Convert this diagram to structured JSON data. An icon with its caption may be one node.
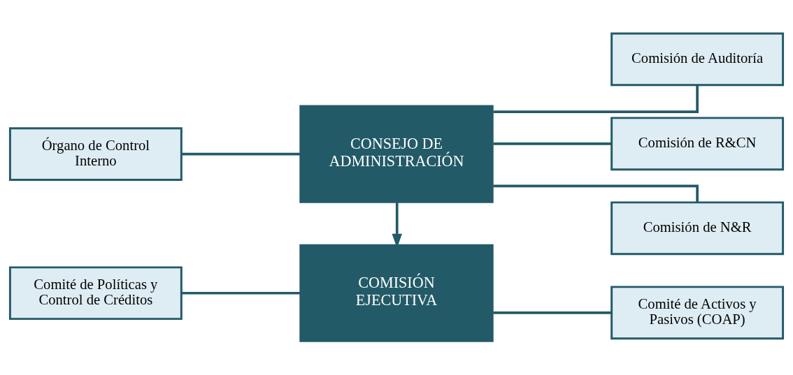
{
  "diagram": {
    "nodes": [
      {
        "text": [
          "CONSEJO DE ADMINISTRACIÓN"
        ]
      },
      {
        "text": [
          "Órgano de Control Interno"
        ]
      },
      {
        "text": [
          "Comisión de Auditoría"
        ]
      },
      {
        "text": [
          "Comisión de R&CN"
        ]
      },
      {
        "text": [
          "Comisión de N&R"
        ]
      },
      {
        "text": [
          "COMISIÓN EJECUTIVA"
        ]
      },
      {
        "text": [
          "Comité de Políticas y Control de Créditos"
        ]
      },
      {
        "text": [
          "Comité de Activos y Pasivos (COAP)"
        ]
      }
    ],
    "edges": [
      {
        "from": 0,
        "to": 1,
        "arrow": "none"
      },
      {
        "from": 0,
        "to": 2,
        "arrow": "none"
      },
      {
        "from": 0,
        "to": 3,
        "arrow": "none"
      },
      {
        "from": 0,
        "to": 4,
        "arrow": "none"
      },
      {
        "from": 0,
        "to": 5,
        "arrow": "to"
      },
      {
        "from": 5,
        "to": 6,
        "arrow": "none"
      },
      {
        "from": 5,
        "to": 7,
        "arrow": "none"
      }
    ]
  }
}
